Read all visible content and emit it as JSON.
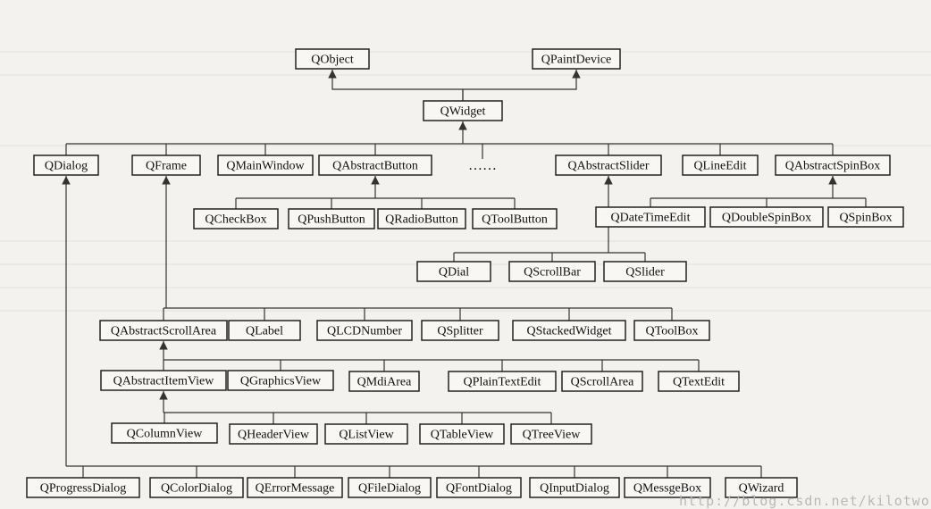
{
  "diagram": {
    "classes": {
      "qobject": "QObject",
      "qpaintdevice": "QPaintDevice",
      "qwidget": "QWidget",
      "qdialog": "QDialog",
      "qframe": "QFrame",
      "qmainwindow": "QMainWindow",
      "qabstractbutton": "QAbstractButton",
      "qabstractslider": "QAbstractSlider",
      "qlineedit": "QLineEdit",
      "qabstractspinbox": "QAbstractSpinBox",
      "qcheckbox": "QCheckBox",
      "qpushbutton": "QPushButton",
      "qradiobutton": "QRadioButton",
      "qtoolbutton": "QToolButton",
      "qdatetimeedit": "QDateTimeEdit",
      "qdoublespinbox": "QDoubleSpinBox",
      "qspinbox": "QSpinBox",
      "qdial": "QDial",
      "qscrollbar": "QScrollBar",
      "qslider": "QSlider",
      "qabstractscrollarea": "QAbstractScrollArea",
      "qlabel": "QLabel",
      "qlcdnumber": "QLCDNumber",
      "qsplitter": "QSplitter",
      "qstackedwidget": "QStackedWidget",
      "qtoolbox": "QToolBox",
      "qabstractitemview": "QAbstractItemView",
      "qgraphicsview": "QGraphicsView",
      "qmdiarea": "QMdiArea",
      "qplaintextedit": "QPlainTextEdit",
      "qscrollarea": "QScrollArea",
      "qtextedit": "QTextEdit",
      "qcolumnview": "QColumnView",
      "qheaderview": "QHeaderView",
      "qlistview": "QListView",
      "qtableview": "QTableView",
      "qtreeview": "QTreeView",
      "qprogressdialog": "QProgressDialog",
      "qcolordialog": "QColorDialog",
      "qerrormessage": "QErrorMessage",
      "qfiledialog": "QFileDialog",
      "qfontdialog": "QFontDialog",
      "qinputdialog": "QInputDialog",
      "qmessgebox": "QMessgeBox",
      "qwizard": "QWizard"
    },
    "ellipsis": "……",
    "edges": [
      {
        "parent": "qobject",
        "children": [
          "qwidget"
        ]
      },
      {
        "parent": "qpaintdevice",
        "children": [
          "qwidget"
        ]
      },
      {
        "parent": "qwidget",
        "children": [
          "qdialog",
          "qframe",
          "qmainwindow",
          "qabstractbutton",
          "qabstractslider",
          "qlineedit",
          "qabstractspinbox"
        ]
      },
      {
        "parent": "qabstractbutton",
        "children": [
          "qcheckbox",
          "qpushbutton",
          "qradiobutton",
          "qtoolbutton"
        ]
      },
      {
        "parent": "qabstractspinbox",
        "children": [
          "qdatetimeedit",
          "qdoublespinbox",
          "qspinbox"
        ]
      },
      {
        "parent": "qabstractslider",
        "children": [
          "qdial",
          "qscrollbar",
          "qslider"
        ]
      },
      {
        "parent": "qframe",
        "children": [
          "qabstractscrollarea",
          "qlabel",
          "qlcdnumber",
          "qsplitter",
          "qstackedwidget",
          "qtoolbox"
        ]
      },
      {
        "parent": "qabstractscrollarea",
        "children": [
          "qabstractitemview",
          "qgraphicsview",
          "qmdiarea",
          "qplaintextedit",
          "qscrollarea",
          "qtextedit"
        ]
      },
      {
        "parent": "qabstractitemview",
        "children": [
          "qcolumnview",
          "qheaderview",
          "qlistview",
          "qtableview",
          "qtreeview"
        ]
      },
      {
        "parent": "qdialog",
        "children": [
          "qprogressdialog",
          "qcolordialog",
          "qerrormessage",
          "qfiledialog",
          "qfontdialog",
          "qinputdialog",
          "qmessgebox",
          "qwizard"
        ]
      }
    ]
  },
  "watermark": "http://blog.csdn.net/kilotwo"
}
